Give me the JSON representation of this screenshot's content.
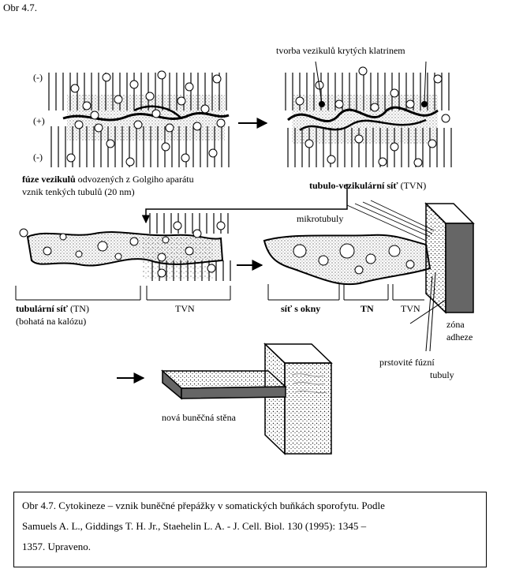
{
  "figure_label": "Obr 4.7.",
  "stage1": {
    "pole_minus_top": "(-)",
    "pole_plus": "(+)",
    "pole_minus_bottom": "(-)",
    "label_bold": "fúze vezikulů",
    "label_rest": " odvozených z Golgiho aparátu",
    "label_line2": "vznik tenkých tubulů (20 nm)"
  },
  "stage2": {
    "top_label": "tvorba vezikulů krytých klatrinem",
    "bottom_bold": "tubulo-vezikulární síť",
    "bottom_rest": " (TVN)"
  },
  "stage3": {
    "label_bold": "tubulární síť",
    "label_rest": "  (TN)",
    "label_line2": "(bohatá na kalózu)",
    "tvn": "TVN"
  },
  "stage4": {
    "microtubules": "mikrotubuly",
    "sit_s_okny": "síť s okny",
    "tn": "TN",
    "tvn": "TVN",
    "zone_line1": "zóna",
    "zone_line2": "adheze",
    "tubules_line1": "prstovité fúzní",
    "tubules_line2": "tubuly"
  },
  "stage5": {
    "new_wall": "nová buněčná stěna"
  },
  "caption": {
    "line1": "Obr 4.7. Cytokineze – vznik buněčné přepážky v somatických buňkách sporofytu. Podle",
    "line2": "Samuels A. L., Giddings T. H. Jr., Staehelin L. A. - J. Cell. Biol. 130 (1995): 1345 –",
    "line3": "1357. Upraveno."
  }
}
